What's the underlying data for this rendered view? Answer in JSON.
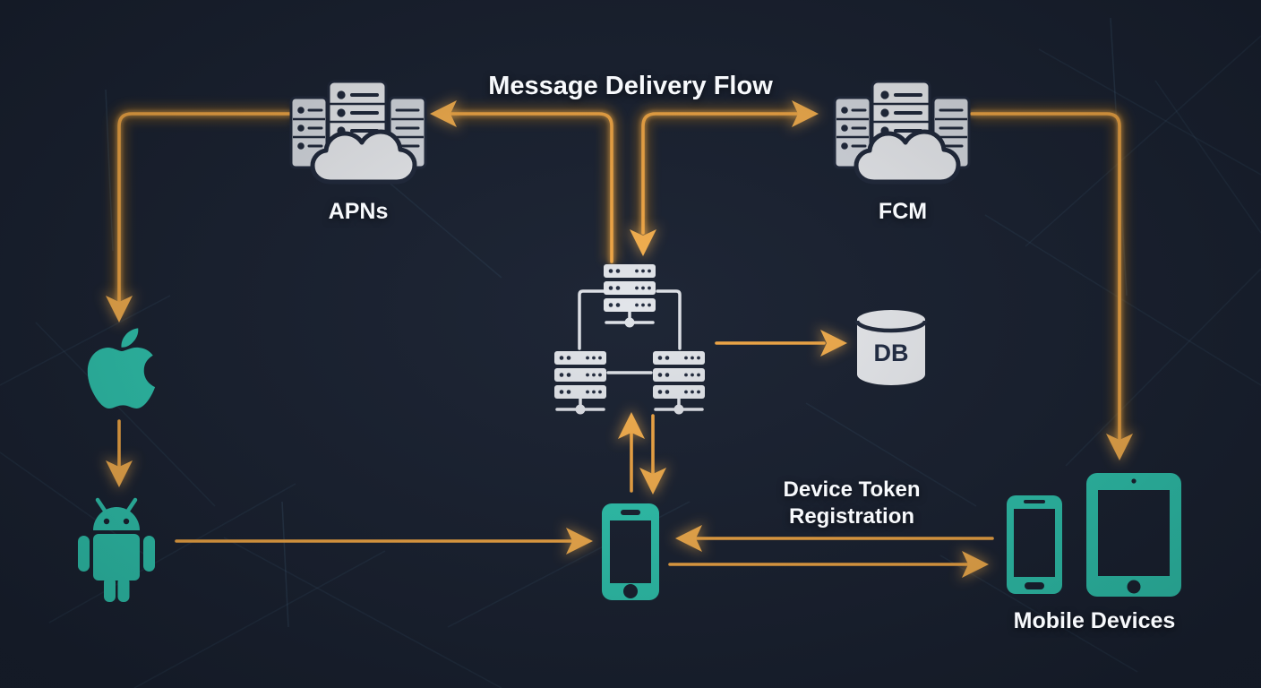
{
  "diagram": {
    "title": "Message Delivery Flow",
    "nodes": {
      "apns": {
        "label": "APNs",
        "icon": "server-cloud-icon"
      },
      "fcm": {
        "label": "FCM",
        "icon": "server-cloud-icon"
      },
      "app_server_cluster": {
        "icon": "server-cluster-icon"
      },
      "db": {
        "label": "DB",
        "icon": "database-cylinder-icon"
      },
      "apple_ios": {
        "icon": "apple-logo-icon"
      },
      "android": {
        "icon": "android-robot-icon"
      },
      "smartphone": {
        "icon": "smartphone-icon"
      },
      "mobile_devices": {
        "label": "Mobile Devices",
        "icon": "phone-and-tablet-icon"
      }
    },
    "annotation": {
      "line1": "Device Token",
      "line2": "Registration"
    },
    "edges": [
      {
        "from": "app-server-cluster",
        "to": "apns"
      },
      {
        "from": "app-server-cluster",
        "to": "fcm"
      },
      {
        "from": "fcm-branch",
        "to": "app-server-cluster"
      },
      {
        "from": "apns",
        "to": "apple-ios"
      },
      {
        "from": "apple-ios",
        "to": "android"
      },
      {
        "from": "android",
        "to": "smartphone"
      },
      {
        "from": "smartphone",
        "to": "app-server-cluster"
      },
      {
        "from": "app-server-cluster",
        "to": "smartphone"
      },
      {
        "from": "app-server-cluster",
        "to": "db"
      },
      {
        "from": "fcm",
        "to": "mobile-devices"
      },
      {
        "from": "mobile-devices",
        "to": "smartphone"
      },
      {
        "from": "smartphone",
        "to": "mobile-devices",
        "label": "Device Token Registration"
      }
    ],
    "colors": {
      "background": "#1a2232",
      "accent": "#f3a845",
      "accentBright": "#f6b04e",
      "trail": "#8a5d1e",
      "teal": "#2fc7b1",
      "serverLight": "#eceef2",
      "serverMid": "#d9dde4",
      "outline": "#20293c",
      "textLight": "#f7f9fc",
      "textDark": "#222c42",
      "pattern": "#4a708c"
    }
  }
}
